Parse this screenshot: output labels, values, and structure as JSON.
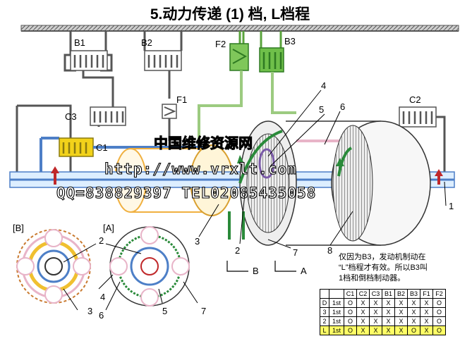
{
  "title": "5.动力传递 (1) 档, L档程",
  "labels": {
    "B1": "B1",
    "B2": "B2",
    "F2": "F2",
    "B3": "B3",
    "F1": "F1",
    "C3": "C3",
    "C1": "C1",
    "C2": "C2",
    "n1": "1",
    "n2": "2",
    "n3": "3",
    "n4": "4",
    "n5": "5",
    "n6": "6",
    "n7": "7",
    "n8": "8",
    "bracketB": "[B]",
    "bracketA": "[A]",
    "small2": "2",
    "small3": "3",
    "small4": "4",
    "small5": "5",
    "small6": "6",
    "small7": "7",
    "arrowA": "A",
    "arrowB": "B"
  },
  "watermark": {
    "line1": "中国维修资源网",
    "line2": "http://www.vrxlt.com",
    "line3": "QQ=838829397 TEL02085435058"
  },
  "note": {
    "line1": "仅因为B3，发动机制动在",
    "line2": "“L”档程才有效。所以B3叫",
    "line3": "1档和倒档制动器。"
  },
  "table": {
    "header": [
      "",
      "",
      "C1",
      "C2",
      "C3",
      "B1",
      "B2",
      "B3",
      "F1",
      "F2"
    ],
    "rows": [
      {
        "range": "D",
        "gear": "1st",
        "cells": [
          "O",
          "X",
          "X",
          "X",
          "X",
          "X",
          "X",
          "O"
        ],
        "highlight": false
      },
      {
        "range": "3",
        "gear": "1st",
        "cells": [
          "O",
          "X",
          "X",
          "X",
          "X",
          "X",
          "X",
          "O"
        ],
        "highlight": false
      },
      {
        "range": "2",
        "gear": "1st",
        "cells": [
          "O",
          "X",
          "X",
          "X",
          "X",
          "X",
          "X",
          "O"
        ],
        "highlight": false
      },
      {
        "range": "L",
        "gear": "1st",
        "cells": [
          "O",
          "X",
          "X",
          "X",
          "X",
          "O",
          "X",
          "O"
        ],
        "highlight": true
      }
    ]
  },
  "colors": {
    "housing": "#555555",
    "shaft": "#4d7fc7",
    "shaft_fill": "#ddeeff",
    "green": "#5aa33c",
    "pink": "#e8b4c8",
    "orange": "#f0b040",
    "yellow_clutch": "#f2d21a",
    "dark_green": "#2a8a3a",
    "red_arrow": "#c0282a"
  }
}
